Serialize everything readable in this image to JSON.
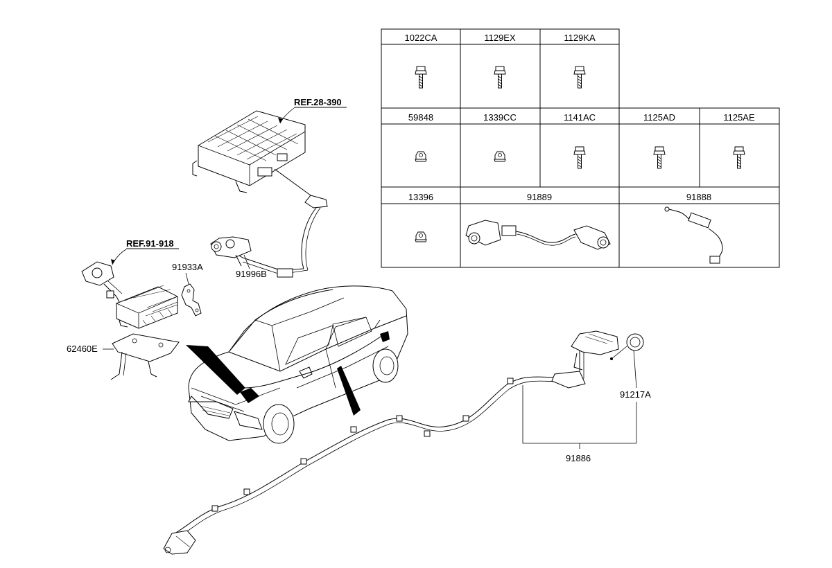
{
  "diagram": {
    "ref_labels": {
      "upper": "REF.28-390",
      "left": "REF.91-918"
    },
    "part_labels": {
      "p91933A": "91933A",
      "p91996B": "91996B",
      "p62460E": "62460E",
      "p91217A": "91217A",
      "p91886": "91886"
    }
  },
  "parts_table": {
    "row1": [
      "1022CA",
      "1129EX",
      "1129KA"
    ],
    "row2": [
      "59848",
      "1339CC",
      "1141AC",
      "1125AD",
      "1125AE"
    ],
    "row3": [
      "13396",
      "91889",
      "91888"
    ]
  }
}
